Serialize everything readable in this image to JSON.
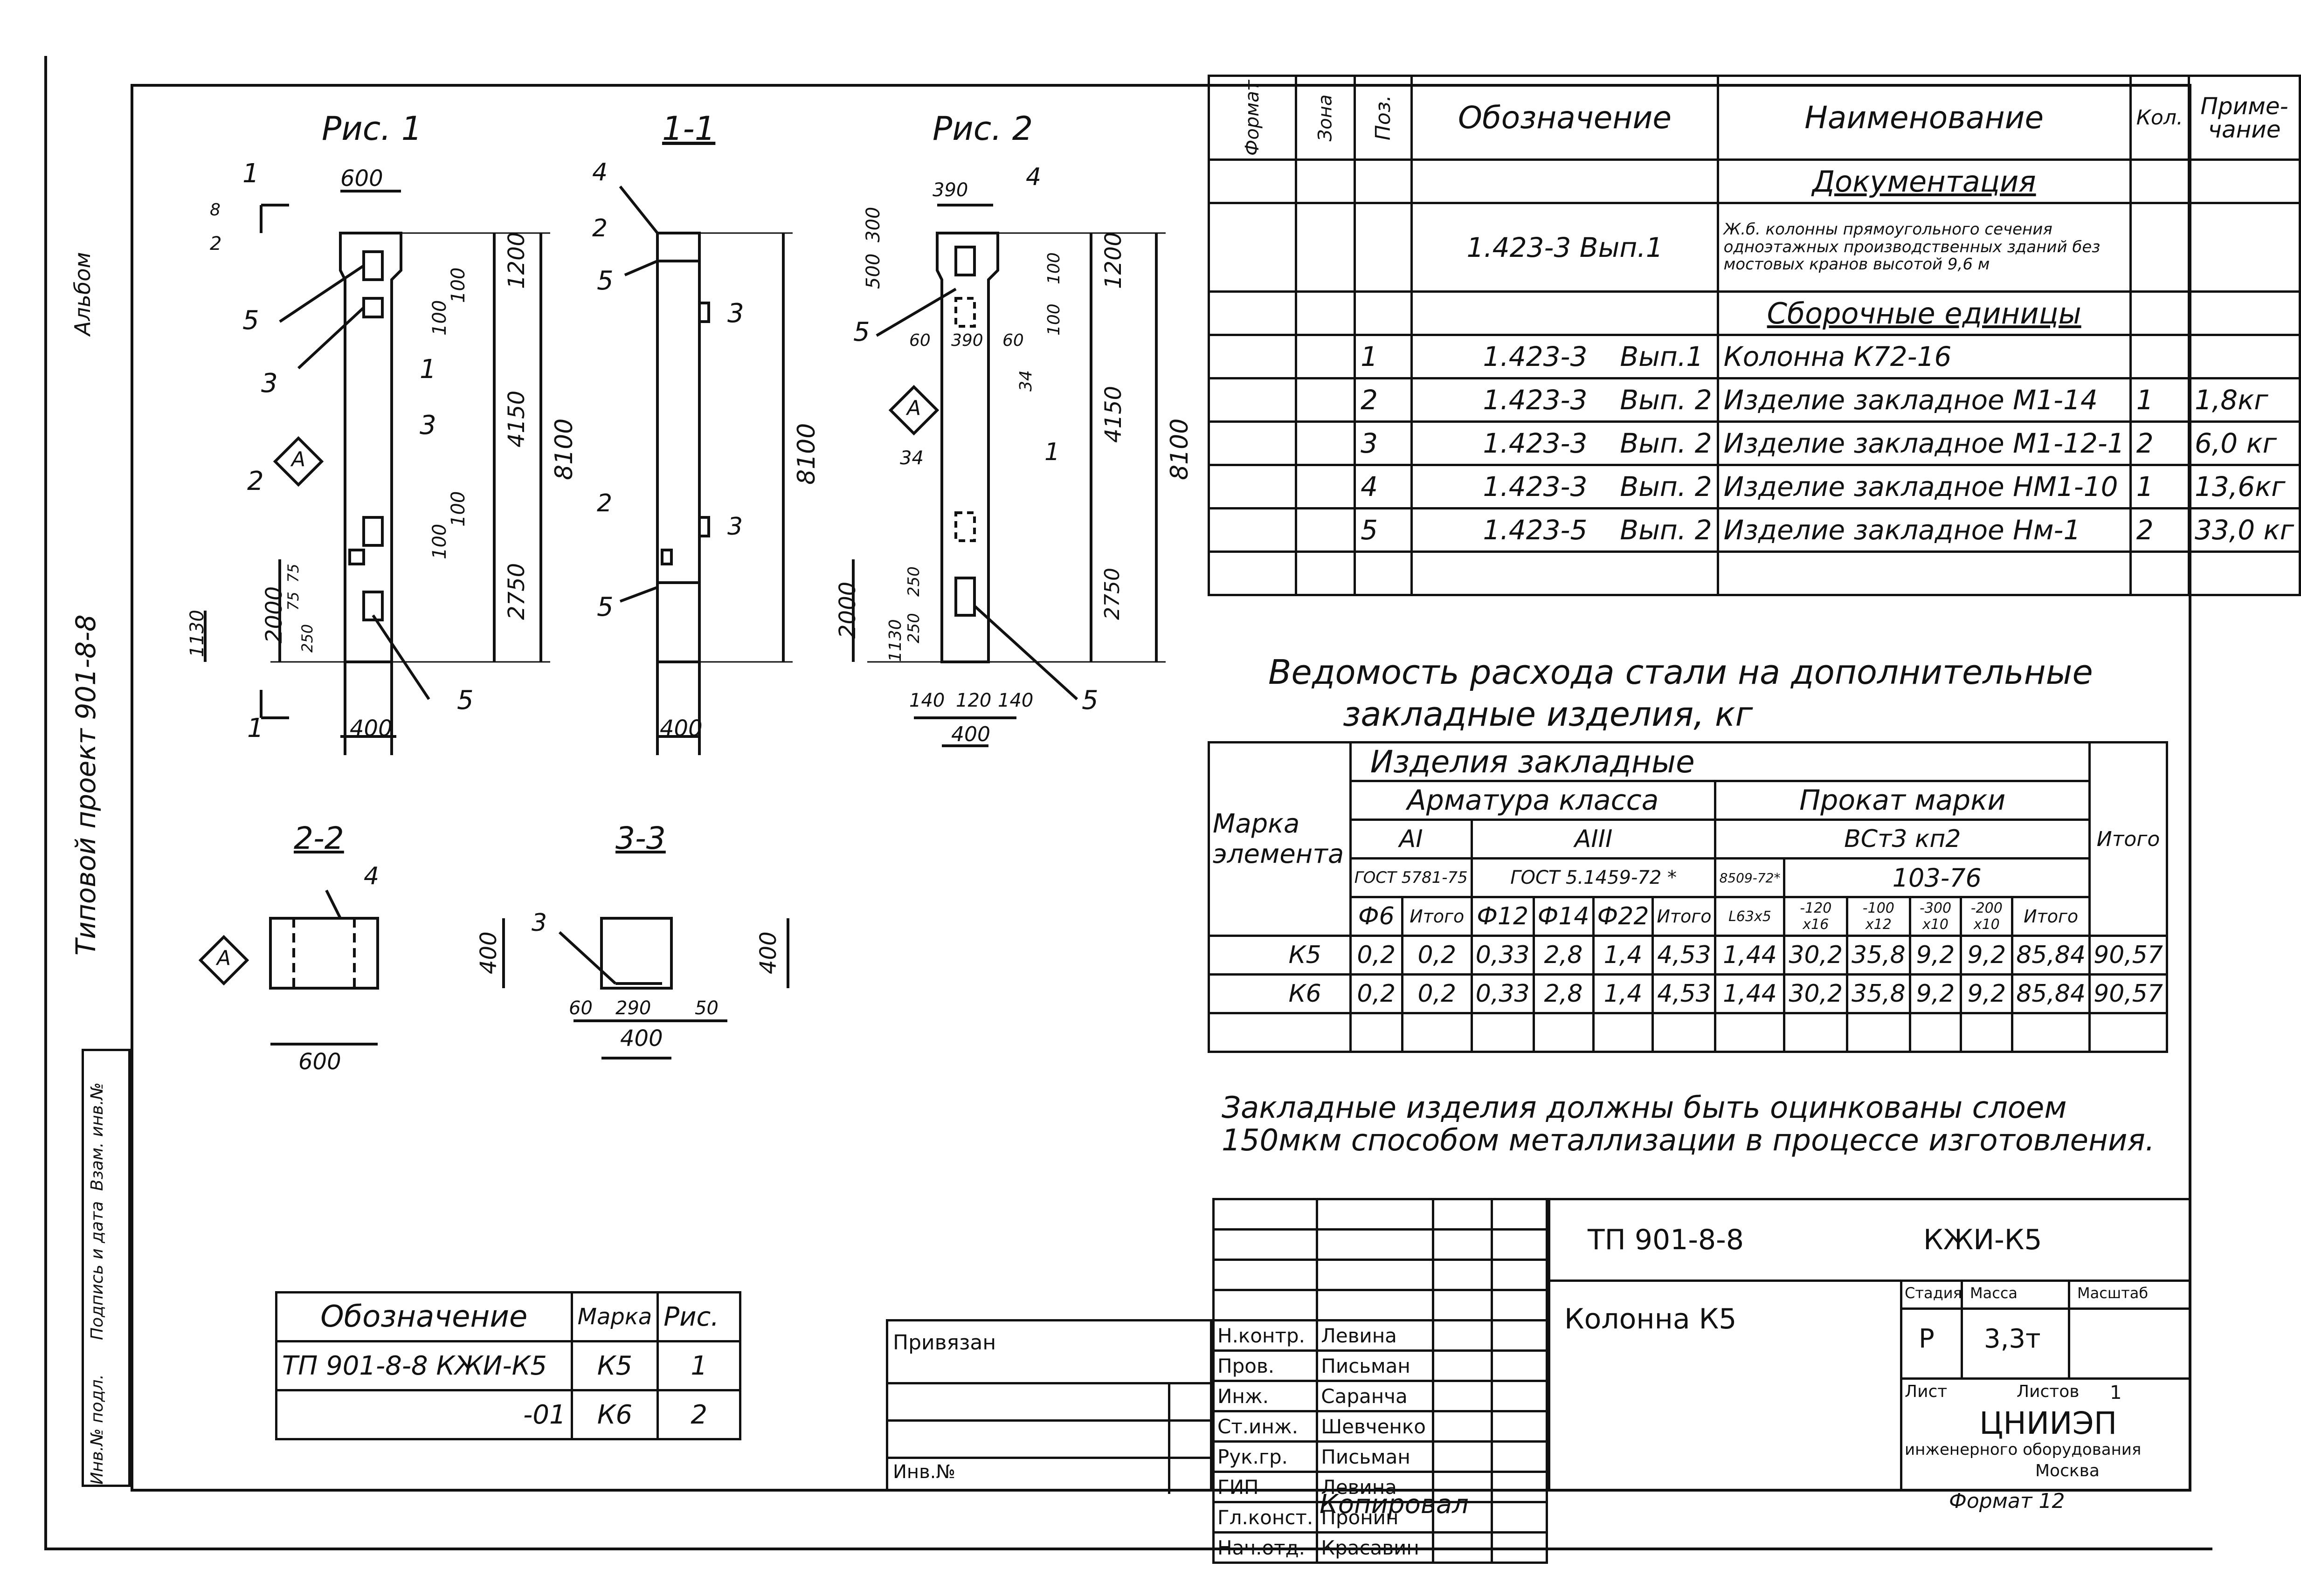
{
  "left_margin": {
    "project_label": "Типовой проект 901-8-8",
    "sheet_mark": "Альбом",
    "ledger": [
      "Инв.№ подл.",
      "Подпись и дата",
      "Взам. инв.№"
    ]
  },
  "figures": {
    "fig1_title": "Рис. 1",
    "section11_title": "1-1",
    "fig2_title": "Рис. 2",
    "section22_title": "2-2",
    "section33_title": "3-3",
    "marker_a": "A",
    "labels": {
      "fig1": [
        "1",
        "1",
        "1",
        "2",
        "3",
        "3",
        "5",
        "5",
        "8",
        "2",
        "600",
        "1200",
        "100",
        "100",
        "4150",
        "8100",
        "100",
        "100",
        "2750",
        "2000",
        "1130",
        "75",
        "75",
        "250",
        "400"
      ],
      "s11": [
        "4",
        "2",
        "5",
        "3",
        "2",
        "3",
        "5",
        "8100",
        "400"
      ],
      "fig2": [
        "4",
        "390",
        "500",
        "300",
        "5",
        "60",
        "390",
        "60",
        "100",
        "100",
        "1200",
        "4150",
        "8100",
        "34",
        "34",
        "1",
        "2000",
        "1130",
        "250",
        "250",
        "2750",
        "140",
        "120",
        "140",
        "400",
        "5"
      ],
      "s22": [
        "4",
        "400",
        "600"
      ],
      "s33": [
        "3",
        "400",
        "60",
        "290",
        "50",
        "400"
      ]
    }
  },
  "spec_table": {
    "headers": {
      "format": "Формат",
      "zone": "Зона",
      "pos": "Поз.",
      "designation": "Обозначение",
      "name": "Наименование",
      "qty": "Кол.",
      "note": "Приме-чание"
    },
    "section_docs": "Документация",
    "doc_row": {
      "designation": "1.423-3  Вып.1",
      "name": "Ж.б. колонны прямоугольного сечения одноэтажных производственных зданий без мостовых кранов высотой 9,6 м"
    },
    "section_units": "Сборочные единицы",
    "rows": [
      {
        "pos": "1",
        "designation": "1.423-3",
        "vyp": "Вып.1",
        "name": "Колонна  К72-16",
        "qty": "",
        "note": ""
      },
      {
        "pos": "2",
        "designation": "1.423-3",
        "vyp": "Вып. 2",
        "name": "Изделие закладное М1-14",
        "qty": "1",
        "note": "1,8кг"
      },
      {
        "pos": "3",
        "designation": "1.423-3",
        "vyp": "Вып. 2",
        "name": "Изделие закладное М1-12-1",
        "qty": "2",
        "note": "6,0 кг"
      },
      {
        "pos": "4",
        "designation": "1.423-3",
        "vyp": "Вып. 2",
        "name": "Изделие закладное НМ1-10",
        "qty": "1",
        "note": "13,6кг"
      },
      {
        "pos": "5",
        "designation": "1.423-5",
        "vyp": "Вып. 2",
        "name": "Изделие закладное Нм-1",
        "qty": "2",
        "note": "33,0 кг"
      }
    ]
  },
  "steel": {
    "title_line1": "Ведомость расхода стали на дополнительные",
    "title_line2": "закладные изделия, кг",
    "h_items": "Изделия  закладные",
    "h_mark": "Марка элемента",
    "h_rebar": "Арматура класса",
    "h_rolled": "Прокат марки",
    "h_ai": "AI",
    "h_aiii": "AIII",
    "h_vst": "ВСт3 кп2",
    "h_gost1": "ГОСТ 5781-75",
    "h_gost2": "ГОСТ 5.1459-72 *",
    "h_gost3": "8509-72*",
    "h_gost4": "103-76",
    "h_total": "Итого",
    "sub": [
      "Ф6",
      "Итого",
      "Ф12",
      "Ф14",
      "Ф22",
      "Итого",
      "L63x5",
      "-120 x16",
      "-100 x12",
      "-300 x10",
      "-200 x10",
      "Итого"
    ],
    "rows": [
      {
        "mark": "К5",
        "v": [
          "0,2",
          "0,2",
          "0,33",
          "2,8",
          "1,4",
          "4,53",
          "1,44",
          "30,2",
          "35,8",
          "9,2",
          "9,2",
          "85,84",
          "90,57"
        ]
      },
      {
        "mark": "К6",
        "v": [
          "0,2",
          "0,2",
          "0,33",
          "2,8",
          "1,4",
          "4,53",
          "1,44",
          "30,2",
          "35,8",
          "9,2",
          "9,2",
          "85,84",
          "90,57"
        ]
      }
    ]
  },
  "note_line1": "Закладные изделия должны быть оцинкованы слоем",
  "note_line2": "150мкм способом металлизации в процессе изготовления.",
  "ref_table": {
    "h_designation": "Обозначение",
    "h_mark": "Марка",
    "h_fig": "Рис.",
    "rows": [
      {
        "designation": "ТП 901-8-8  КЖИ-К5",
        "mark": "К5",
        "fig": "1"
      },
      {
        "designation": "-01",
        "mark": "К6",
        "fig": "2"
      }
    ]
  },
  "stamp": {
    "privyazan": "Привязан",
    "inv": "Инв.№",
    "roles": [
      "Н.контр.",
      "Пров.",
      "Инж.",
      "Ст.инж.",
      "Рук.гр.",
      "ГИП",
      "Гл.конст.",
      "Нач.отд."
    ],
    "names": [
      "Левина",
      "Письман",
      "Саранча",
      "Шевченко",
      "Письман",
      "Левина",
      "Пронин",
      "Красавин"
    ],
    "code": "ТП  901-8-8",
    "sheet_code": "КЖИ-К5",
    "title": "Колонна  К5",
    "h_stage": "Стадия",
    "h_mass": "Масса",
    "h_scale": "Масштаб",
    "stage": "Р",
    "mass": "3,3т",
    "sheet_label": "Лист",
    "sheets_label": "Листов",
    "sheets": "1",
    "org": "ЦНИИЭП",
    "org2": "инженерного оборудования",
    "city": "Москва",
    "copied": "Копировал",
    "format": "Формат 12"
  }
}
